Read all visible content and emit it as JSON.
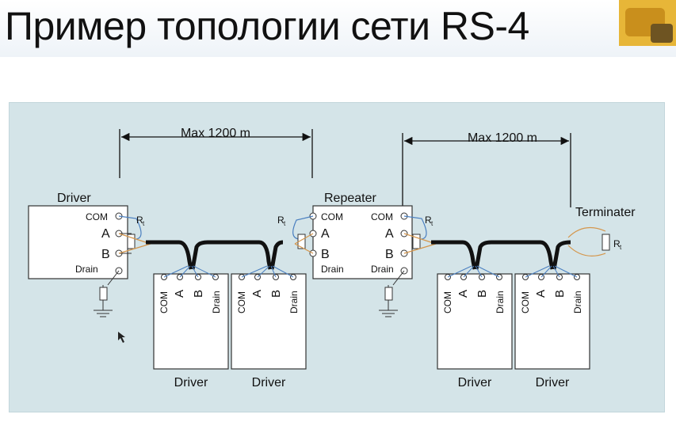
{
  "slide": {
    "title": "Пример топологии сети RS-4"
  },
  "diagram": {
    "dim_left": "Max  1200 m",
    "dim_right": "Max  1200 m",
    "master_label": "Driver",
    "repeater_label": "Repeater",
    "terminater_label": "Terminater",
    "resistor_label": "R",
    "resistor_sub": "t",
    "pins": {
      "com": "COM",
      "a": "A",
      "b": "B",
      "drain": "Drain"
    },
    "slaves": [
      {
        "label": "Driver"
      },
      {
        "label": "Driver"
      },
      {
        "label": "Driver"
      },
      {
        "label": "Driver"
      }
    ]
  },
  "colors": {
    "diagram_bg": "#d4e4e8",
    "wire_blue": "#4a7fc0",
    "wire_orange": "#d4964c",
    "cable": "#111111"
  }
}
